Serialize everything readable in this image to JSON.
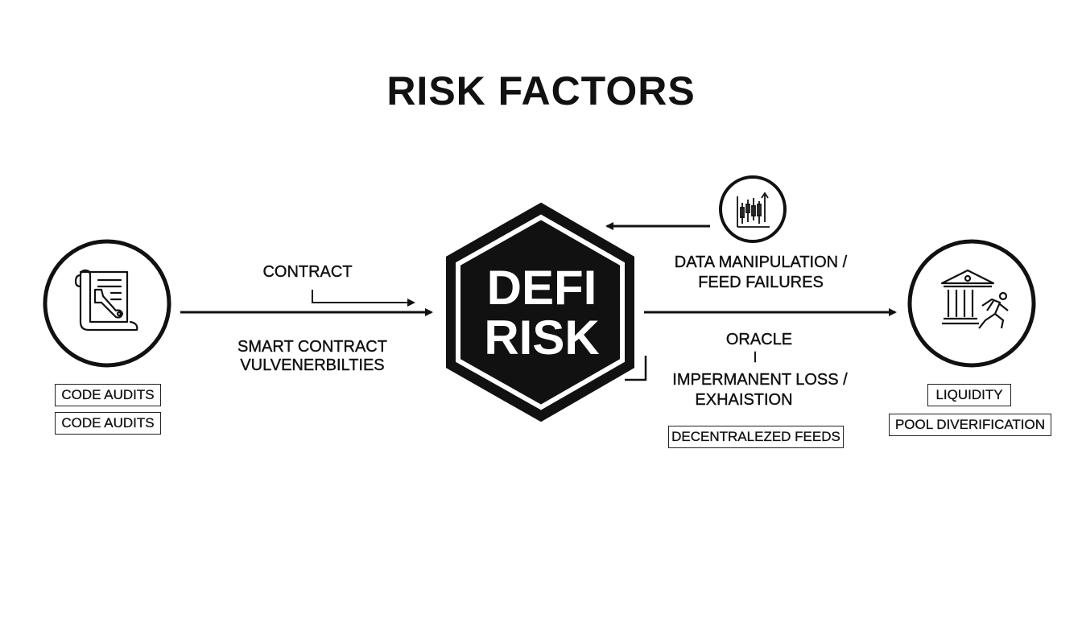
{
  "title": "RISK FACTORS",
  "center": {
    "line1": "DEFI",
    "line2": "RISK"
  },
  "left": {
    "icon": "contract-scroll-wrench-icon",
    "arrow_label": "CONTRACT",
    "description_line1": "SMART CONTRACT",
    "description_line2": "VULVENERBILTIES",
    "mitigations": [
      "CODE AUDITS",
      "CODE AUDITS"
    ]
  },
  "oracle": {
    "icon": "candlestick-chart-icon",
    "description_line1": "DATA MANIPULATION /",
    "description_line2": "FEED FAILURES",
    "label": "ORACLE",
    "separator": "I"
  },
  "right": {
    "icon": "bank-running-person-icon",
    "description_line1": "IMPERMANENT LOSS /",
    "description_line2": "EXHAISTION",
    "mitigation_oracle": "DECENTRALEZED FEEDS",
    "mitigations": [
      "LIQUIDITY",
      "POOL DIVERIFICATION"
    ]
  }
}
